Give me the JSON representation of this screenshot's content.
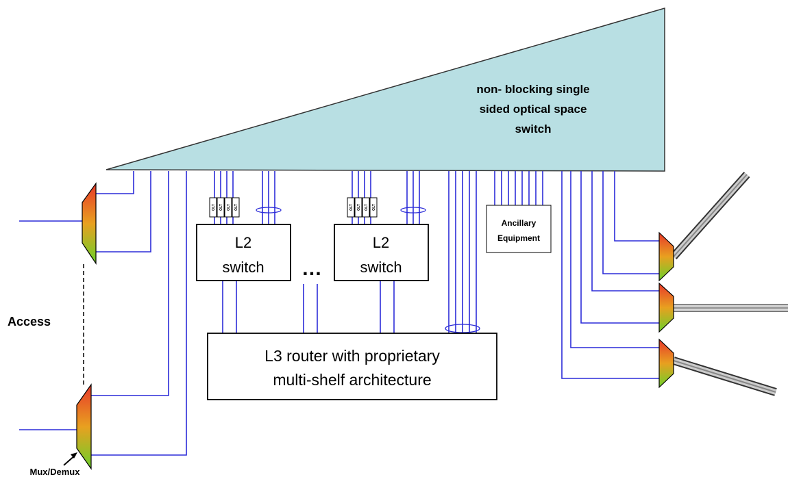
{
  "optical_switch": {
    "label_lines": [
      "non- blocking single",
      "sided optical space",
      "switch"
    ]
  },
  "l2_switch_left": {
    "line1": "L2",
    "line2": "switch"
  },
  "l2_switch_right": {
    "line1": "L2",
    "line2": "switch"
  },
  "ellipsis": "…",
  "l3_router": {
    "line1": "L3 router with proprietary",
    "line2": "multi-shelf architecture"
  },
  "ancillary": {
    "line1": "Ancillary",
    "line2": "Equipment"
  },
  "olt_label": "OLT",
  "access_label": "Access",
  "mux_demux_label": "Mux/Demux",
  "colors": {
    "switch_fill": "#b8dfe3",
    "fiber": "#2b2bd8",
    "mux_top": "#e8382a",
    "mux_bottom": "#6bd02a"
  }
}
